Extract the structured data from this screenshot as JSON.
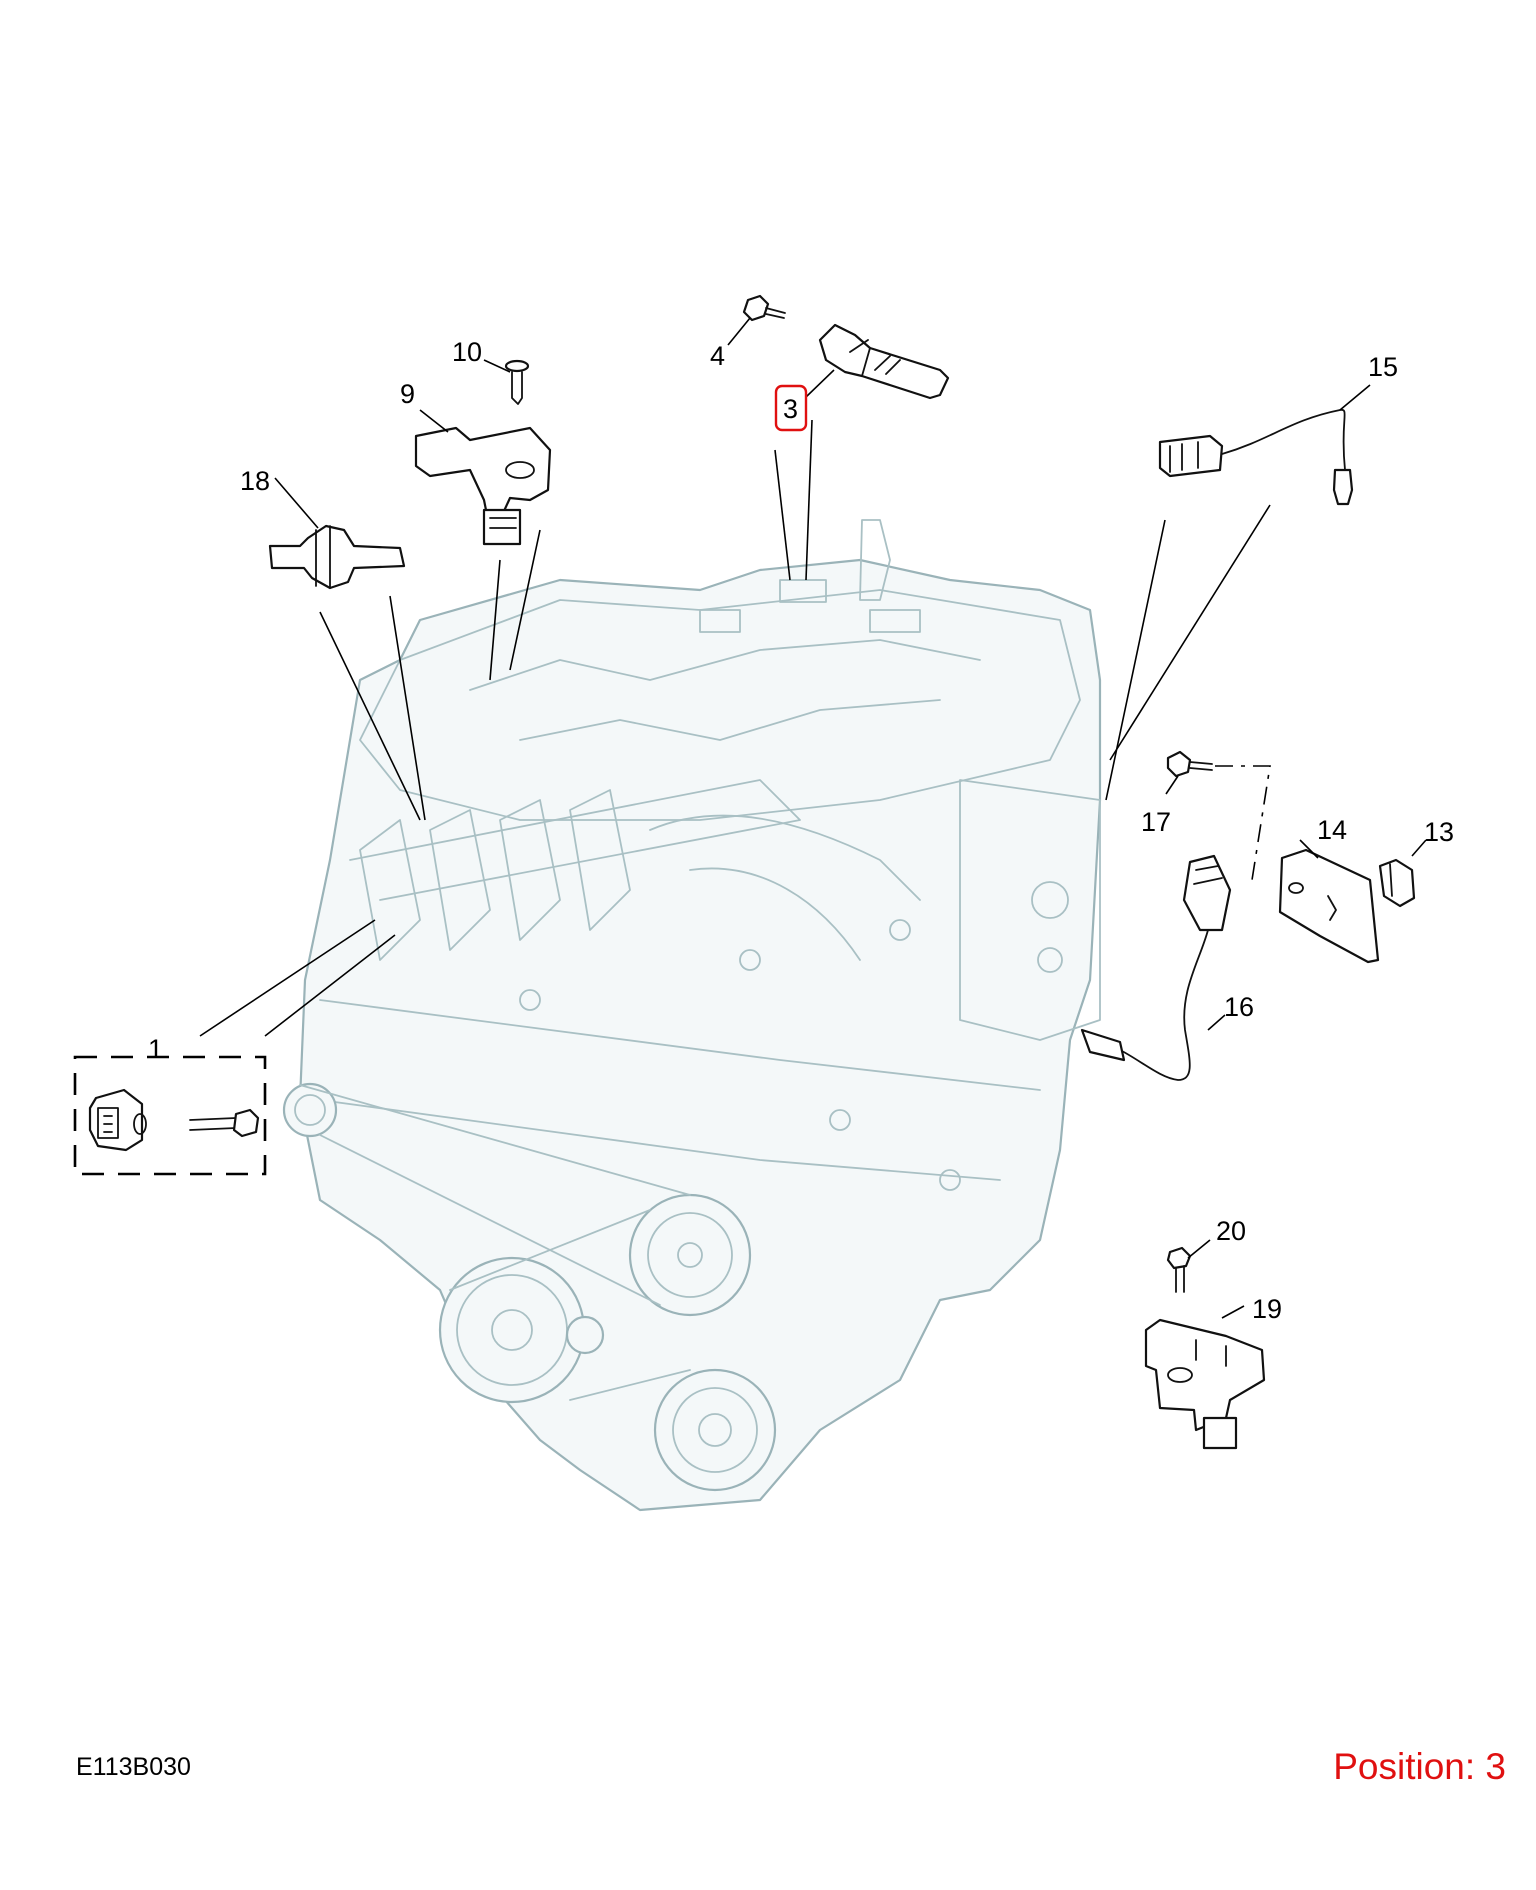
{
  "diagram_code": "E113B030",
  "position_label": "Position: 3",
  "highlight_color": "#e01010",
  "callouts": [
    {
      "id": "1",
      "label": "1"
    },
    {
      "id": "3",
      "label": "3",
      "highlighted": true
    },
    {
      "id": "4",
      "label": "4"
    },
    {
      "id": "9",
      "label": "9"
    },
    {
      "id": "10",
      "label": "10"
    },
    {
      "id": "13",
      "label": "13"
    },
    {
      "id": "14",
      "label": "14"
    },
    {
      "id": "15",
      "label": "15"
    },
    {
      "id": "16",
      "label": "16"
    },
    {
      "id": "17",
      "label": "17"
    },
    {
      "id": "18",
      "label": "18"
    },
    {
      "id": "19",
      "label": "19"
    },
    {
      "id": "20",
      "label": "20"
    }
  ]
}
